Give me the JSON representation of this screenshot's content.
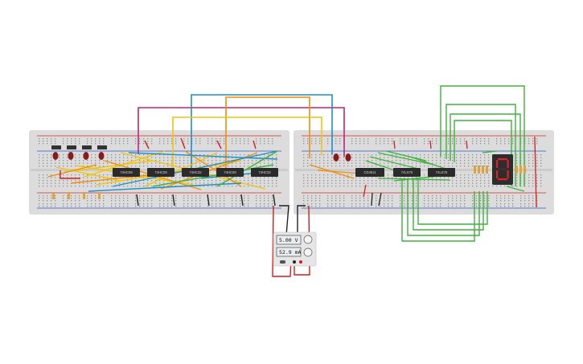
{
  "workspace": {
    "background": "#ffffff"
  },
  "colors": {
    "breadboard": "#dcdcdc",
    "hole": "#8f8f8f",
    "rail_red": "#d12a2a",
    "rail_blue": "#2a56c6",
    "chip": "#2b2b2b",
    "wire_yellow": "#f2c40d",
    "wire_orange": "#f08c0a",
    "wire_blue": "#1f8fc2",
    "wire_magenta": "#c2237a",
    "wire_green": "#3fb23a",
    "wire_red": "#d21e1e",
    "wire_black": "#222222",
    "led_red": "#8b1a1a",
    "button_cap": "#333333",
    "display_body": "#2d2d2d",
    "display_segment": "#e0202a",
    "resistor": "#d9a441"
  },
  "chips_left": [
    {
      "label": "74HC08"
    },
    {
      "label": "74HC08"
    },
    {
      "label": "74HC32"
    },
    {
      "label": "74HC08"
    },
    {
      "label": "74HC32"
    }
  ],
  "chips_right": [
    {
      "label": "CD4511"
    },
    {
      "label": "74LS76"
    },
    {
      "label": "74LS76"
    }
  ],
  "power_supply": {
    "voltage": "5.00 V",
    "current": "52.9 mA"
  },
  "display": {
    "digit": "0",
    "icon": "seven-segment-icon"
  }
}
